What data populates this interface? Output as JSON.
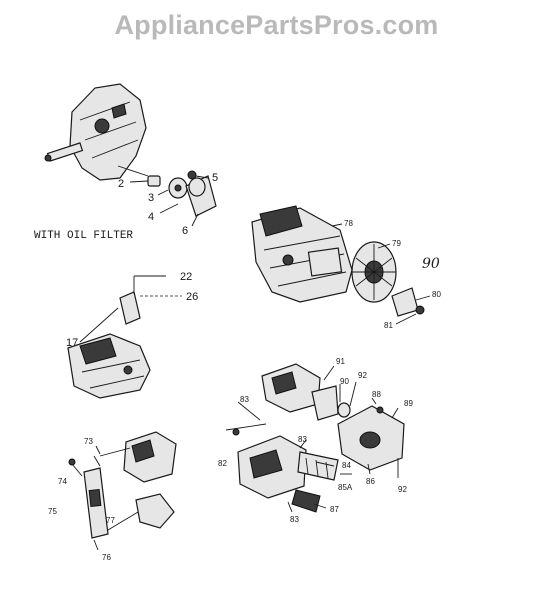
{
  "watermark": "AppliancePartsPros.com",
  "caption": "WITH OIL FILTER",
  "handwritten_label": "90",
  "labels": {
    "l2": "2",
    "l3": "3",
    "l4": "4",
    "l5": "5",
    "l6": "6",
    "l78": "78",
    "l79": "79",
    "l80": "80",
    "l81": "81",
    "l22": "22",
    "l26": "26",
    "l17": "17",
    "l91": "91",
    "l90": "90",
    "l92a": "92",
    "l88": "88",
    "l89": "89",
    "l83a": "83",
    "l83b": "83",
    "l83c": "83",
    "l82": "82",
    "l84": "84",
    "l85a": "85A",
    "l86": "86",
    "l92b": "92",
    "l87": "87",
    "l73": "73",
    "l74": "74",
    "l75": "75",
    "l76": "76",
    "l77": "77"
  }
}
